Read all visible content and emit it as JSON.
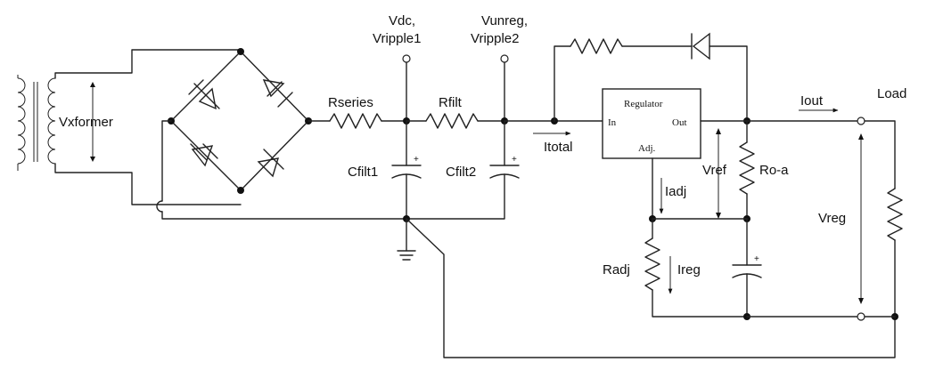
{
  "labels": {
    "vxformer": "Vxformer",
    "rseries": "Rseries",
    "rfilt": "Rfilt",
    "vdc_line1": "Vdc,",
    "vdc_line2": "Vripple1",
    "vunreg_line1": "Vunreg,",
    "vunreg_line2": "Vripple2",
    "cfilt1": "Cfilt1",
    "cfilt2": "Cfilt2",
    "itotal": "Itotal",
    "regulator": "Regulator",
    "reg_in": "In",
    "reg_out": "Out",
    "reg_adj": "Adj.",
    "iadj": "Iadj",
    "vref": "Vref",
    "roa": "Ro-a",
    "iout": "Iout",
    "load": "Load",
    "vreg": "Vreg",
    "radj": "Radj",
    "ireg": "Ireg",
    "plus": "+"
  },
  "icons": {
    "transformer": "transformer-icon",
    "diode": "diode-icon",
    "resistor": "resistor-icon",
    "capacitor": "capacitor-icon",
    "ground": "ground-icon"
  },
  "colors": {
    "ink": "#222222",
    "background": "#ffffff"
  }
}
